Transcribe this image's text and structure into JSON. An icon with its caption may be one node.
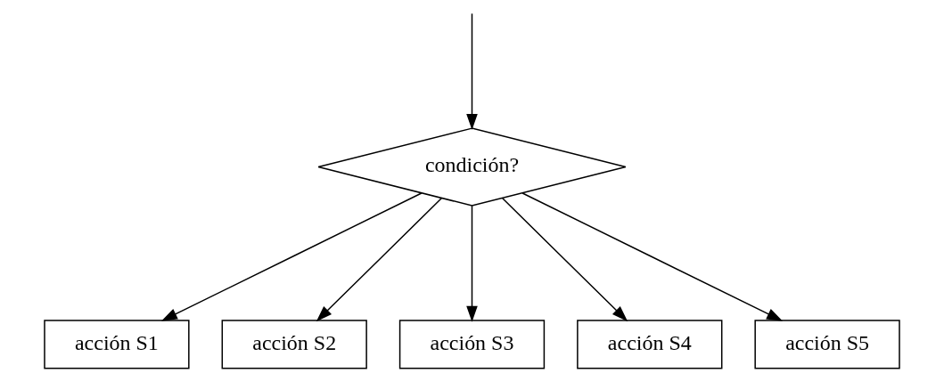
{
  "diagram": {
    "nodes": [
      {
        "text": [
          "condición?"
        ]
      },
      {
        "text": [
          "acción S1"
        ]
      },
      {
        "text": [
          "acción S2"
        ]
      },
      {
        "text": [
          "acción S3"
        ]
      },
      {
        "text": [
          "acción S4"
        ]
      },
      {
        "text": [
          "acción S5"
        ]
      }
    ],
    "edges": [
      {
        "from": null,
        "to": 0,
        "arrow": "to"
      },
      {
        "from": 0,
        "to": 1,
        "arrow": "to"
      },
      {
        "from": 0,
        "to": 2,
        "arrow": "to"
      },
      {
        "from": 0,
        "to": 3,
        "arrow": "to"
      },
      {
        "from": 0,
        "to": 4,
        "arrow": "to"
      },
      {
        "from": 0,
        "to": 5,
        "arrow": "to"
      }
    ]
  }
}
